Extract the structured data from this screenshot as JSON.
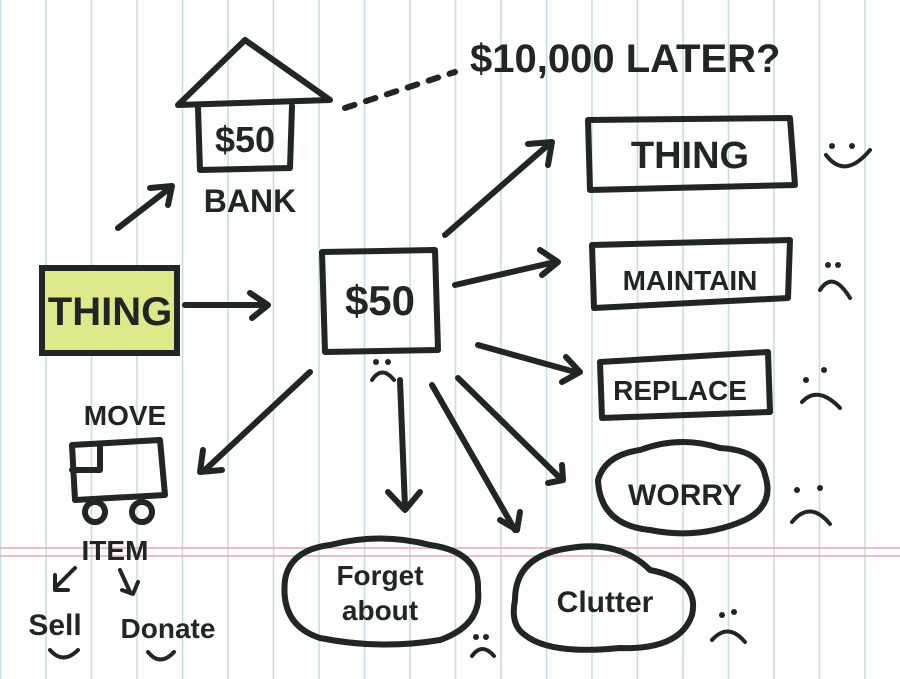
{
  "top_note": "$10,000 LATER?",
  "bank": {
    "amount": "$50",
    "label": "BANK"
  },
  "source": {
    "label": "THING",
    "fill": "#dfe88a"
  },
  "center": {
    "amount": "$50"
  },
  "outcomes": [
    {
      "label": "THING",
      "face": "smile"
    },
    {
      "label": "MAINTAIN",
      "face": "frown"
    },
    {
      "label": "REPLACE",
      "face": "frown"
    },
    {
      "label": "WORRY",
      "face": "frown"
    }
  ],
  "bottom": {
    "forget": [
      "Forget",
      "about"
    ],
    "clutter": "Clutter"
  },
  "move": {
    "label": "MOVE",
    "item": "ITEM",
    "sell": "Sell",
    "donate": "Donate"
  }
}
